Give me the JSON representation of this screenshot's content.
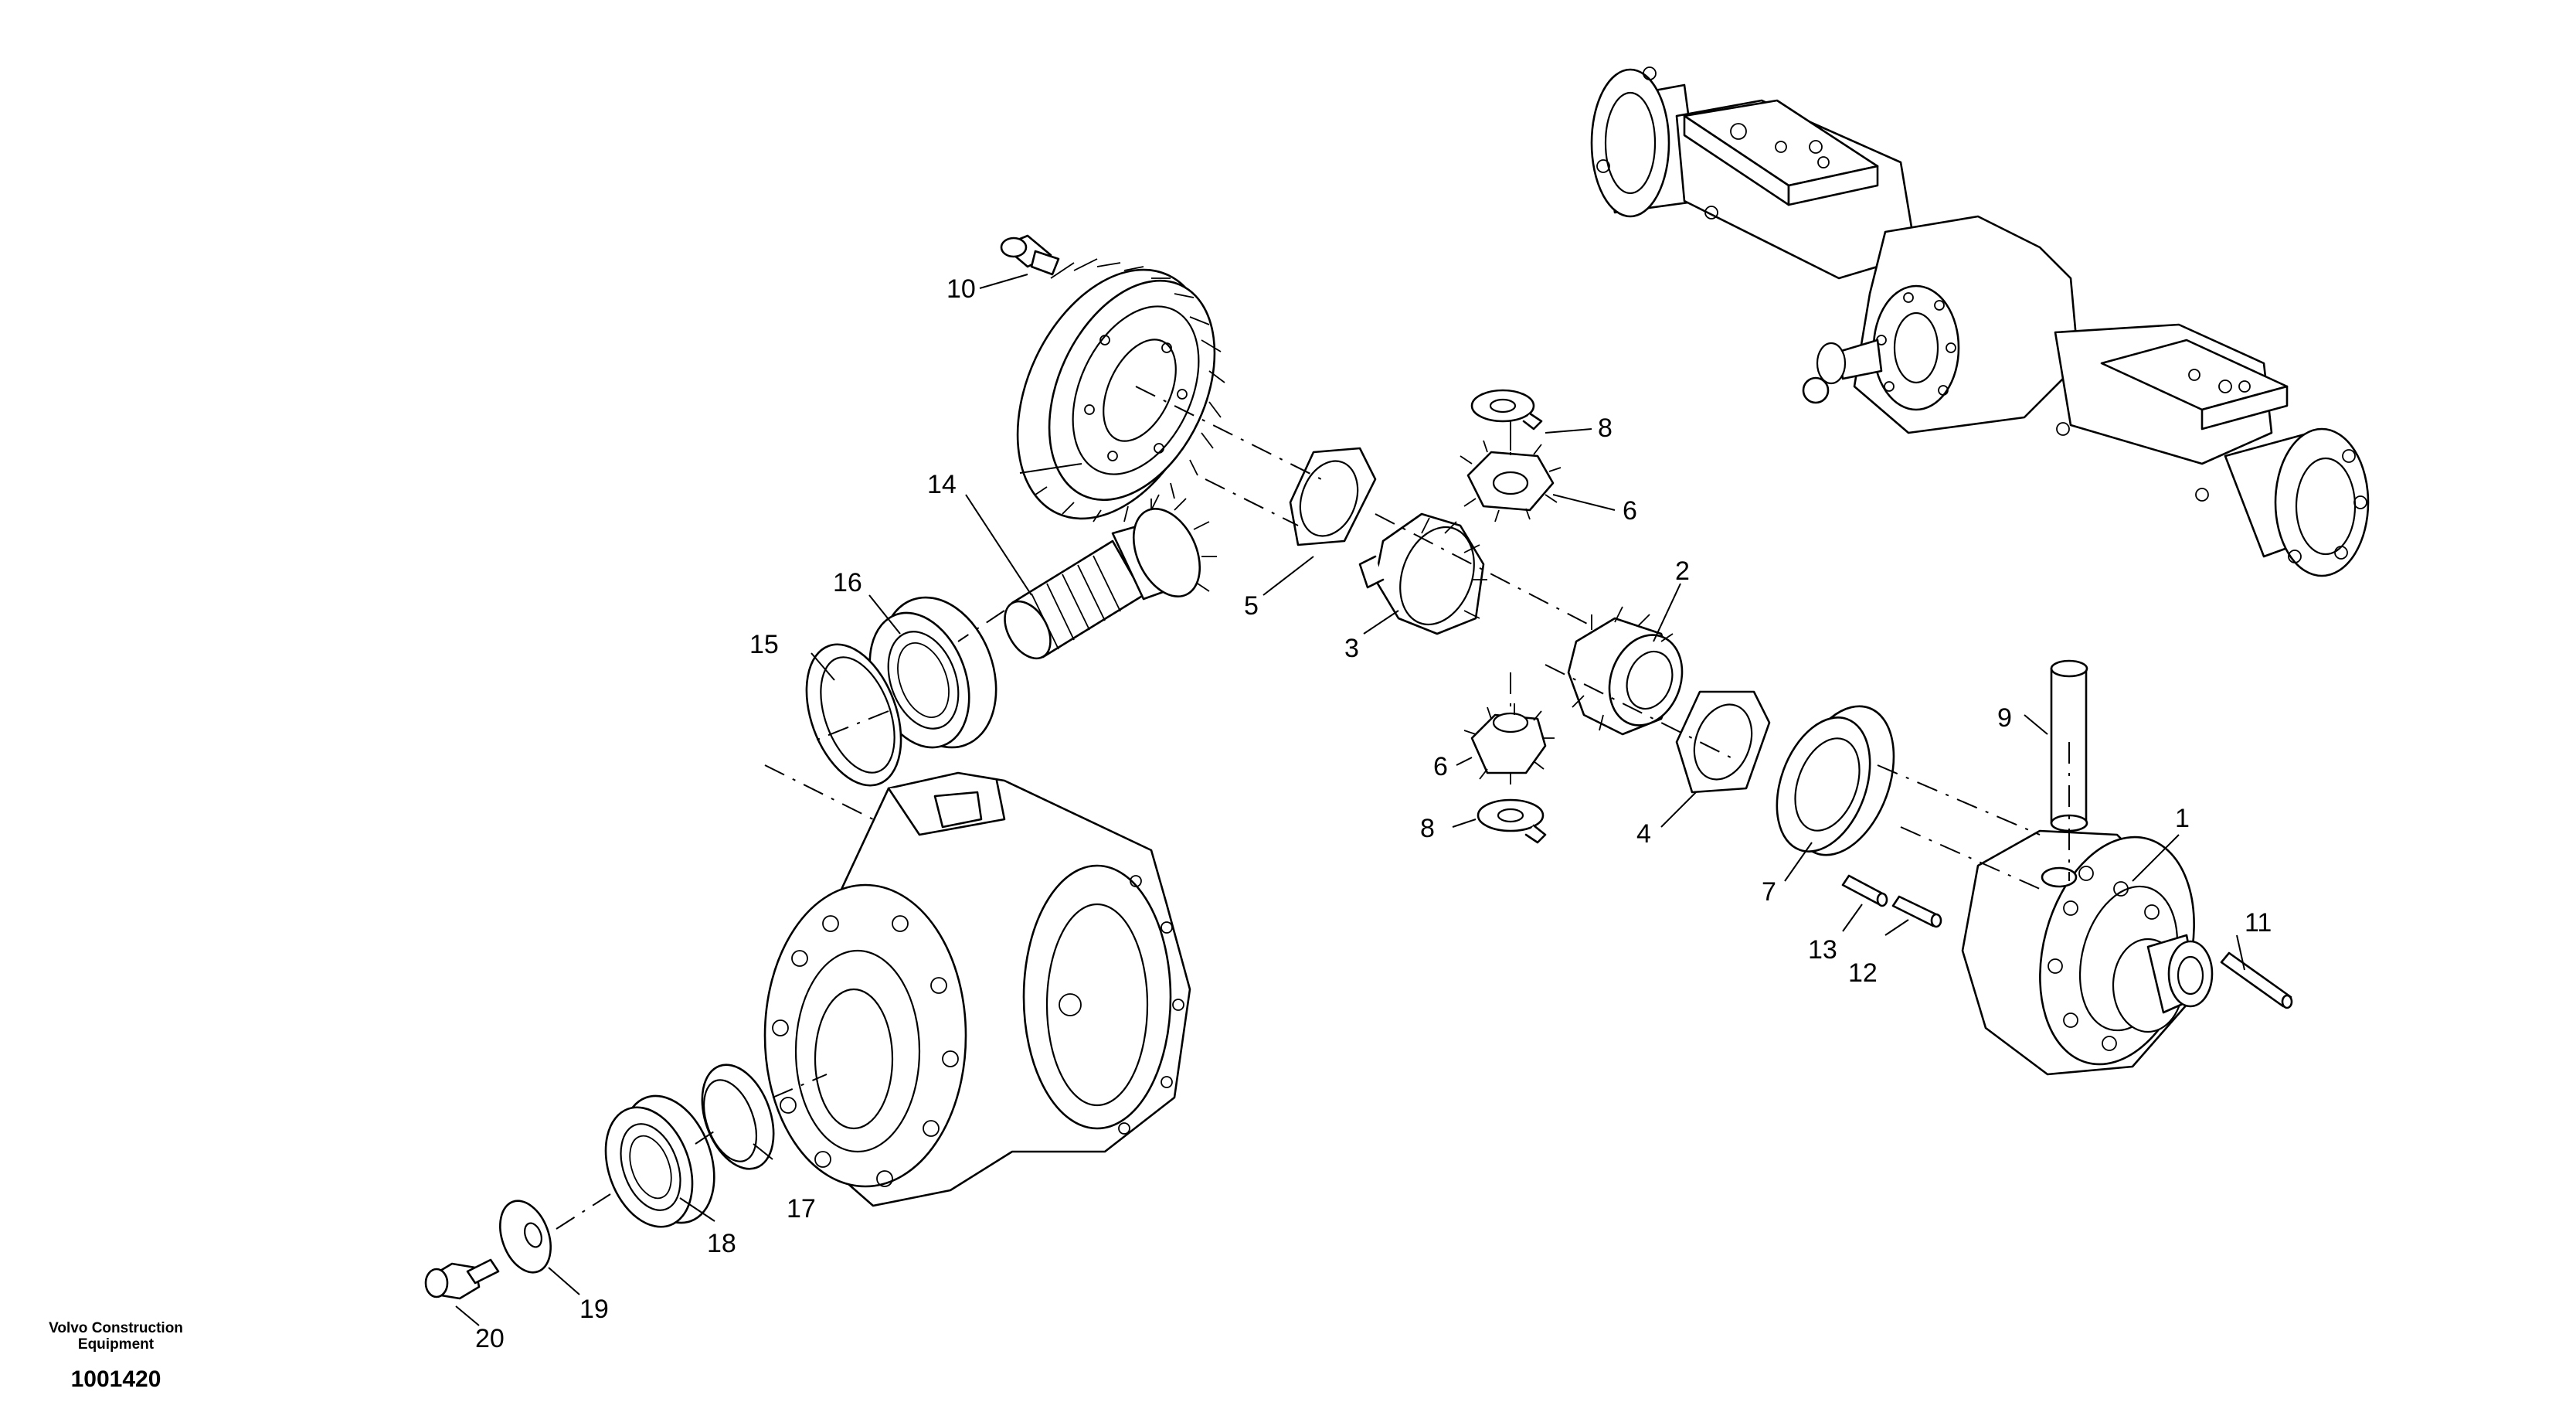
{
  "callouts": {
    "c1": "1",
    "c2": "2",
    "c3": "3",
    "c4": "4",
    "c5": "5",
    "c6a": "6",
    "c6b": "6",
    "c7": "7",
    "c8a": "8",
    "c8b": "8",
    "c9": "9",
    "c10": "10",
    "c11": "11",
    "c12": "12",
    "c13": "13",
    "c14": "14",
    "c15": "15",
    "c16": "16",
    "c17": "17",
    "c18": "18",
    "c19": "19",
    "c20": "20"
  },
  "footer": {
    "manufacturer_line1": "Volvo Construction",
    "manufacturer_line2": "Equipment",
    "document_number": "1001420"
  },
  "colors": {
    "line": "#000000",
    "background": "#ffffff"
  }
}
